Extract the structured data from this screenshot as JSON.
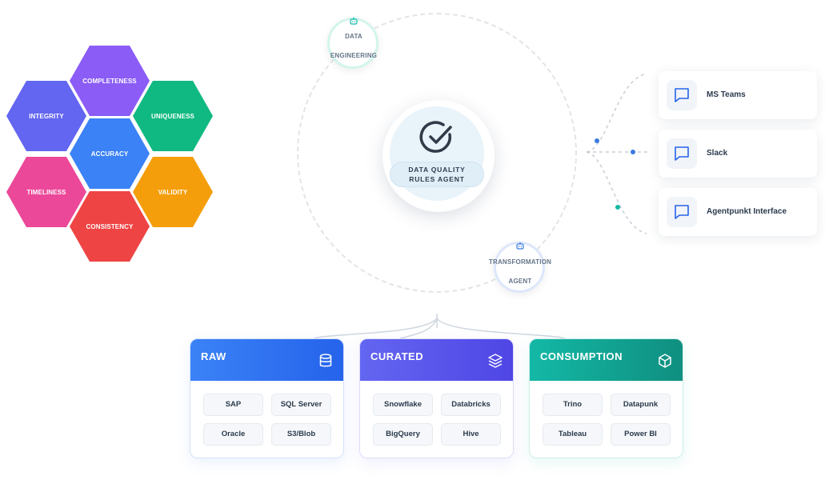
{
  "hexagons": [
    {
      "label": "COMPLETENESS",
      "color": "#8b5cf6"
    },
    {
      "label": "INTEGRITY",
      "color": "#6366f1"
    },
    {
      "label": "UNIQUENESS",
      "color": "#10b981"
    },
    {
      "label": "ACCURACY",
      "color": "#3b82f6"
    },
    {
      "label": "TIMELINESS",
      "color": "#ec4899"
    },
    {
      "label": "VALIDITY",
      "color": "#f59e0b"
    },
    {
      "label": "CONSISTENCY",
      "color": "#ef4444"
    }
  ],
  "center": {
    "line1": "DATA QUALITY",
    "line2": "RULES AGENT"
  },
  "agents": {
    "top": {
      "line1": "DATA",
      "line2": "ENGINEERING",
      "icon": "robot-icon"
    },
    "bottom": {
      "line1": "TRANSFORMATION",
      "line2": "AGENT",
      "icon": "robot-icon"
    }
  },
  "channels": [
    {
      "label": "MS Teams",
      "icon": "chat-icon"
    },
    {
      "label": "Slack",
      "icon": "chat-icon"
    },
    {
      "label": "Agentpunkt Interface",
      "icon": "chat-icon"
    }
  ],
  "cards": [
    {
      "title": "RAW",
      "icon": "database-icon",
      "color_from": "#3b82f6",
      "color_to": "#2563eb",
      "items": [
        "SAP",
        "SQL Server",
        "Oracle",
        "S3/Blob"
      ]
    },
    {
      "title": "CURATED",
      "icon": "layers-icon",
      "color_from": "#6366f1",
      "color_to": "#4f46e5",
      "items": [
        "Snowflake",
        "Databricks",
        "BigQuery",
        "Hive"
      ]
    },
    {
      "title": "CONSUMPTION",
      "icon": "cube-icon",
      "color_from": "#14b8a6",
      "color_to": "#0f8f80",
      "items": [
        "Trino",
        "Datapunk",
        "Tableau",
        "Power BI"
      ]
    }
  ],
  "dot_colors": {
    "blue": "#3b7be0",
    "teal": "#14b8a6"
  }
}
